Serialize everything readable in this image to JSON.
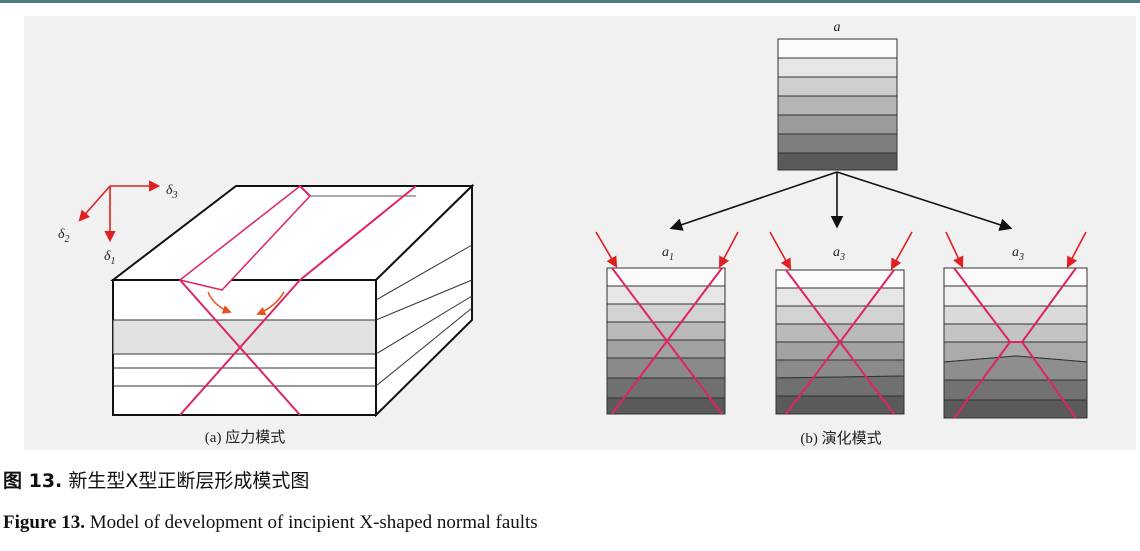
{
  "figure": {
    "panel_a_label": "(a) 应力模式",
    "panel_b_label": "(b) 演化模式",
    "stress_labels": {
      "d3": "δ",
      "d3_sub": "3",
      "d2": "δ",
      "d2_sub": "2",
      "d1": "δ",
      "d1_sub": "1"
    },
    "top_block_label": "a",
    "block_labels": [
      {
        "main": "a",
        "sub": "1"
      },
      {
        "main": "a",
        "sub": "3"
      },
      {
        "main": "a",
        "sub": "3"
      }
    ],
    "colors": {
      "fault_red": "#e0245e",
      "arrow_red": "#e02020",
      "layer_dark": "#5a5a5a",
      "layer_light": "#fafafa"
    }
  },
  "caption": {
    "cn_label": "图 13.",
    "cn_text": "新生型X型正断层形成模式图",
    "en_label": "Figure 13.",
    "en_text": "Model of development of incipient X-shaped normal faults"
  }
}
